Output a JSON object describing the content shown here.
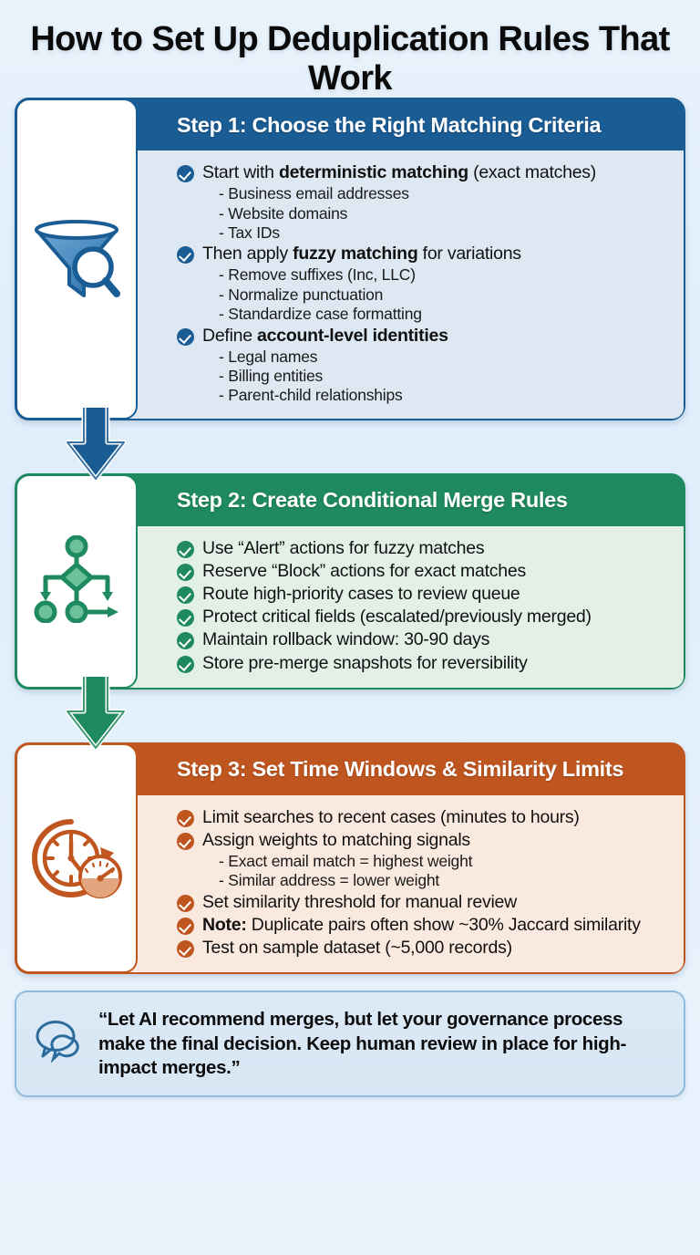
{
  "title": "How to Set Up Deduplication Rules That Work",
  "colors": {
    "step1_accent": "#1a5c94",
    "step1_body": "#dde8f2",
    "step2_accent": "#1f8a5f",
    "step2_body": "#e2f0e8",
    "step3_accent": "#c0561f",
    "step3_body": "#fae9de",
    "quote_border": "#8fbcdc",
    "page_bg": "#e6f1fb"
  },
  "steps": [
    {
      "heading": "Step 1: Choose the Right Matching Criteria",
      "icon": "funnel-search-icon",
      "bullets": [
        {
          "lead": "Start with ",
          "bold": "deterministic matching",
          "tail": " (exact matches)",
          "subs": [
            "- Business email addresses",
            "- Website domains",
            "- Tax IDs"
          ]
        },
        {
          "lead": "Then apply ",
          "bold": "fuzzy matching",
          "tail": " for variations",
          "subs": [
            "- Remove suffixes (Inc, LLC)",
            "- Normalize punctuation",
            "- Standardize case formatting"
          ]
        },
        {
          "lead": "Define ",
          "bold": "account-level identities",
          "tail": "",
          "subs": [
            "- Legal names",
            "- Billing entities",
            "- Parent-child relationships"
          ]
        }
      ]
    },
    {
      "heading": "Step 2: Create Conditional Merge Rules",
      "icon": "decision-flow-icon",
      "bullets": [
        {
          "lead": "Use “Alert” actions for fuzzy matches",
          "bold": "",
          "tail": "",
          "subs": []
        },
        {
          "lead": "Reserve “Block” actions for exact matches",
          "bold": "",
          "tail": "",
          "subs": []
        },
        {
          "lead": "Route high-priority cases to review queue",
          "bold": "",
          "tail": "",
          "subs": []
        },
        {
          "lead": "Protect critical fields (escalated/previously merged)",
          "bold": "",
          "tail": "",
          "subs": []
        },
        {
          "lead": "Maintain rollback window: 30-90 days",
          "bold": "",
          "tail": "",
          "subs": []
        },
        {
          "lead": "Store pre-merge snapshots for reversibility",
          "bold": "",
          "tail": "",
          "subs": []
        }
      ]
    },
    {
      "heading": "Step 3: Set Time Windows & Similarity Limits",
      "icon": "clock-gauge-icon",
      "bullets": [
        {
          "lead": "Limit searches to recent cases (minutes to hours)",
          "bold": "",
          "tail": "",
          "subs": []
        },
        {
          "lead": "Assign weights to matching signals",
          "bold": "",
          "tail": "",
          "subs": [
            "- Exact email match = highest weight",
            "- Similar address = lower weight"
          ]
        },
        {
          "lead": "Set similarity threshold for manual review",
          "bold": "",
          "tail": "",
          "subs": []
        },
        {
          "lead": "",
          "bold": "Note:",
          "tail": " Duplicate pairs often show ~30% Jaccard similarity",
          "subs": []
        },
        {
          "lead": "Test on sample dataset (~5,000 records)",
          "bold": "",
          "tail": "",
          "subs": []
        }
      ]
    }
  ],
  "quote": {
    "icon": "speech-bubbles-icon",
    "text": "“Let AI recommend merges, but let your governance process make the final decision. Keep human review in place for high-impact merges.”"
  }
}
